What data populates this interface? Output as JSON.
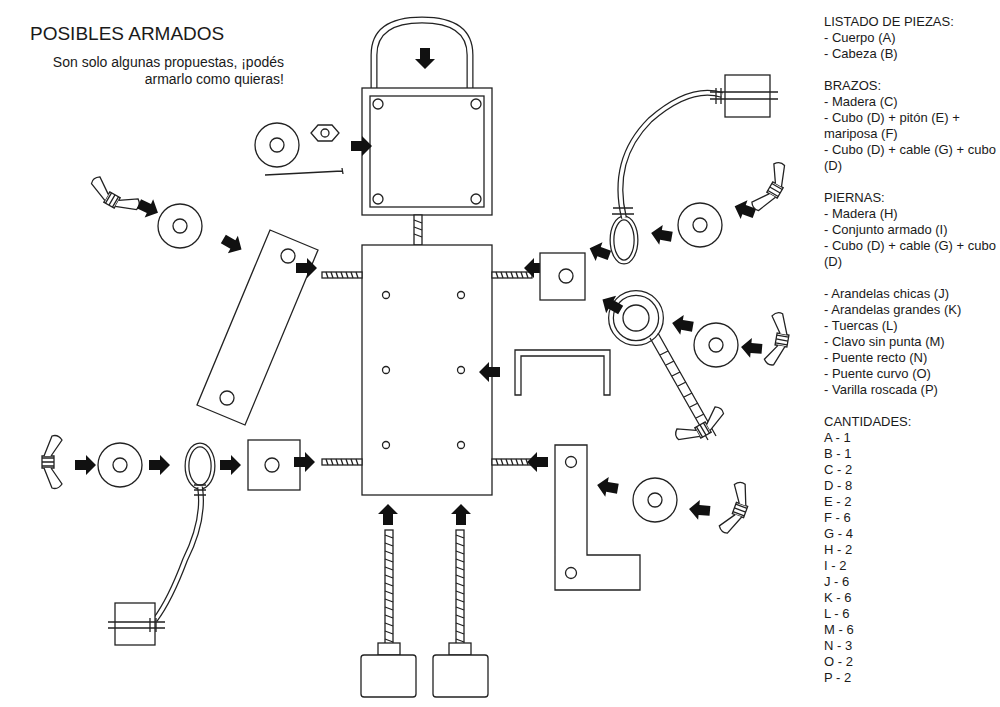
{
  "diagram": {
    "title": "POSIBLES ARMADOS",
    "labels": [
      "Son solo algunas propuestas, ¡podés armarlo como quieras!",
      "LISTADO DE PIEZAS:",
      "- Cuerpo (A)",
      "- Cabeza (B)",
      "BRAZOS:",
      "- Madera (C)",
      "- Cubo (D) + pitón (E) + mariposa (F)",
      "- Cubo (D) + cable (G) + cubo (D)",
      "PIERNAS:",
      "- Madera (H)",
      "- Conjunto armado (I)",
      "- Cubo (D) + cable (G) + cubo (D)",
      "- Arandelas chicas (J)",
      "- Arandelas grandes (K)",
      "- Tuercas (L)",
      "- Clavo sin punta (M)",
      "- Puente recto (N)",
      "- Puente curvo (O)",
      "- Varilla roscada (P)",
      "CANTIDADES:",
      "A - 1",
      "B - 1",
      "C - 2",
      "D - 8",
      "E - 2",
      "F - 6",
      "G - 4",
      "H - 2",
      "I - 2",
      "J - 6",
      "K - 6",
      "L - 6",
      "M - 6",
      "N - 3",
      "O - 2",
      "P - 2"
    ]
  }
}
